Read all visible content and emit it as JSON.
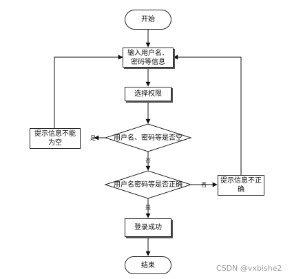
{
  "nodes": {
    "start": "开始",
    "input": "输入用户名、\n密码等信息",
    "select_role": "选择权限",
    "check_empty": "用户名、密码等是否空",
    "prompt_empty": "提示信息不能\n为空",
    "check_correct": "用户名密码等是否正确",
    "prompt_incorrect": "提示信息不正\n确",
    "login_success": "登录成功",
    "end": "结束"
  },
  "edge_labels": {
    "empty_yes": "是",
    "empty_no": "否",
    "correct_no": "否",
    "correct_yes": "是"
  },
  "watermark": "CSDN @vxbishe2"
}
